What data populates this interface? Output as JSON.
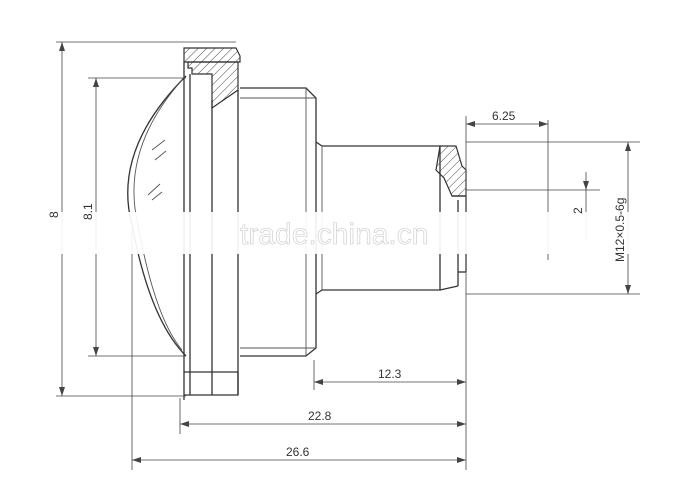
{
  "dimensions": {
    "overall_height": "8",
    "lens_diameter": "8.1",
    "thread_offset": "6.25",
    "thread_inner": "2",
    "thread_spec": "M12×0.5-6g",
    "shaft_length": "12.3",
    "body_length": "22.8",
    "total_length": "26.6"
  },
  "watermark": "trade.china.cn"
}
